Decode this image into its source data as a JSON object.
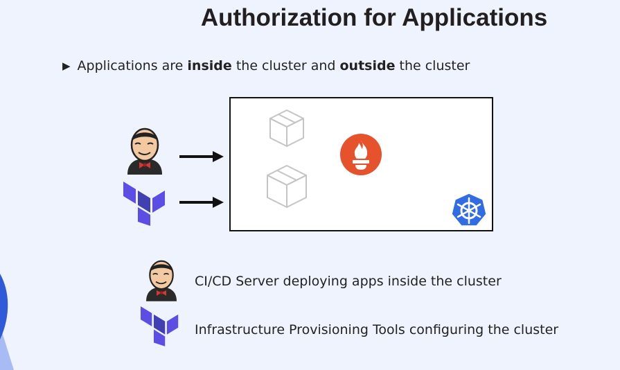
{
  "slide": {
    "title": "Authorization for Applications"
  },
  "bullet": {
    "prefix": "Applications are ",
    "bold1": "inside",
    "middle": " the cluster and ",
    "bold2": "outside",
    "suffix": " the cluster"
  },
  "diagram": {
    "icons": [
      "jenkins-icon",
      "terraform-icon",
      "box-icon",
      "prometheus-icon",
      "kubernetes-icon",
      "arrow-right-icon"
    ]
  },
  "legend": {
    "jenkins_text": "CI/CD Server deploying apps inside the cluster",
    "terraform_text": "Infrastructure Provisioning Tools configuring the cluster"
  },
  "colors": {
    "background": "#eef3fd",
    "accent_blue": "#2f5bd8",
    "terraform": "#5c4ee5",
    "prometheus": "#e6522c",
    "kubernetes": "#326ce5"
  }
}
